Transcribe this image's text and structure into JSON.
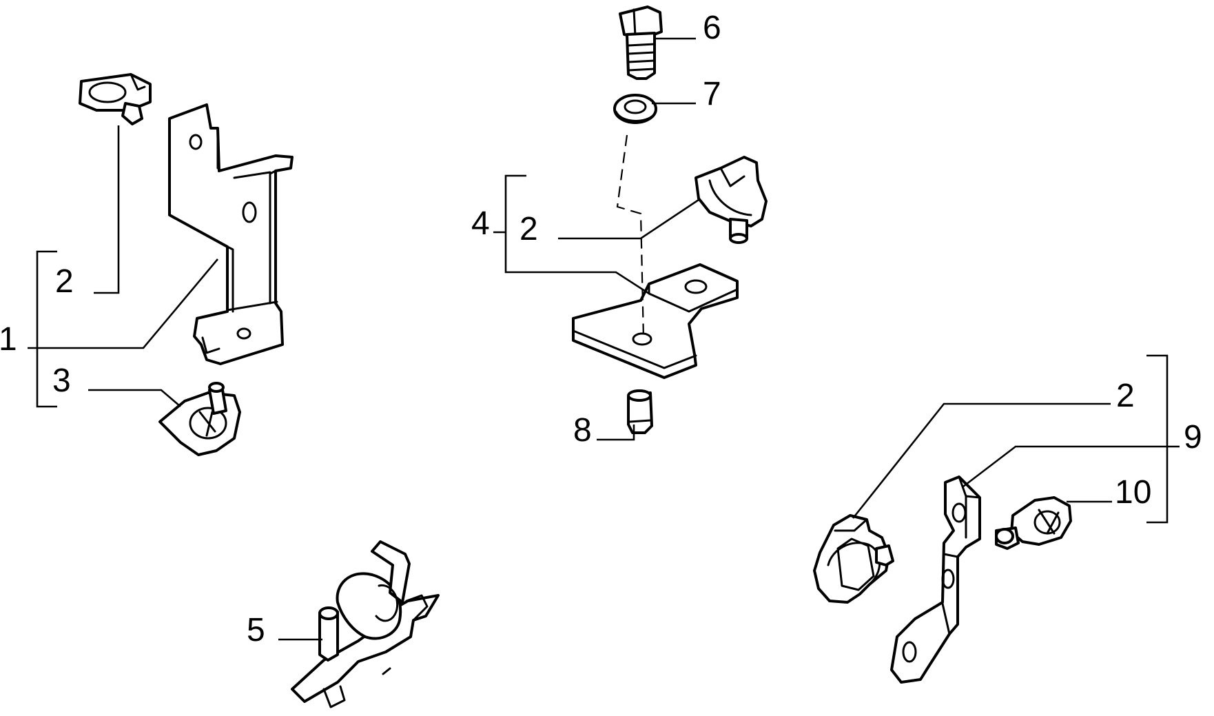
{
  "callouts": {
    "c1": "1",
    "c2_left": "2",
    "c3": "3",
    "c4": "4",
    "c2_mid": "2",
    "c5": "5",
    "c6": "6",
    "c7": "7",
    "c8": "8",
    "c2_right": "2",
    "c9": "9",
    "c10": "10"
  },
  "colors": {
    "line": "#000000",
    "background": "#ffffff"
  }
}
